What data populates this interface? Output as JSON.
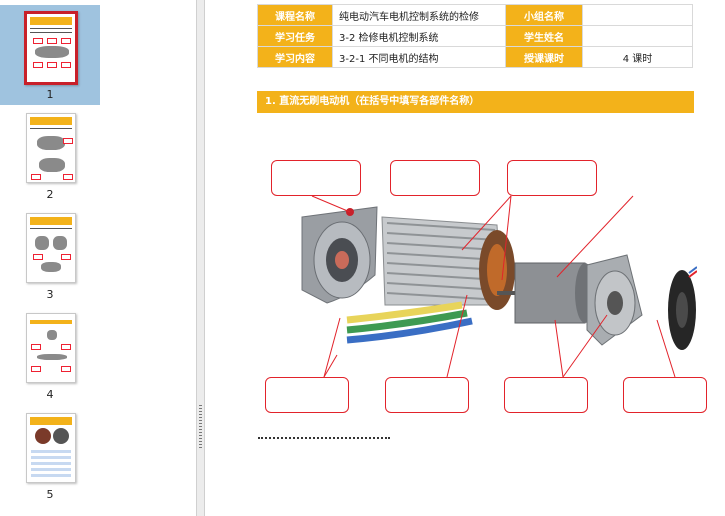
{
  "sidebar": {
    "thumbnails": [
      {
        "number": "1",
        "selected": true
      },
      {
        "number": "2",
        "selected": false
      },
      {
        "number": "3",
        "selected": false
      },
      {
        "number": "4",
        "selected": false
      },
      {
        "number": "5",
        "selected": false
      }
    ]
  },
  "document": {
    "info_table": {
      "row1": {
        "label1": "课程名称",
        "value1": "纯电动汽车电机控制系统的检修",
        "label2": "小组名称",
        "value2": ""
      },
      "row2": {
        "label1": "学习任务",
        "value1": "3-2 检修电机控制系统",
        "label2": "学生姓名",
        "value2": ""
      },
      "row3": {
        "label1": "学习内容",
        "value1": "3-2-1 不同电机的结构",
        "label2": "授课课时",
        "value2": "4 课时"
      }
    },
    "section_title": "1. 直流无刷电动机（在括号中填写各部件名称）",
    "answer_boxes": [
      {
        "name": "top-left",
        "text": ""
      },
      {
        "name": "top-middle",
        "text": ""
      },
      {
        "name": "top-right",
        "text": ""
      },
      {
        "name": "bottom-1",
        "text": ""
      },
      {
        "name": "bottom-2",
        "text": ""
      },
      {
        "name": "bottom-3",
        "text": ""
      },
      {
        "name": "bottom-4",
        "text": ""
      }
    ]
  },
  "colors": {
    "accent": "#f3b21a",
    "callout": "#e2232b",
    "selection": "#9fc3df"
  }
}
